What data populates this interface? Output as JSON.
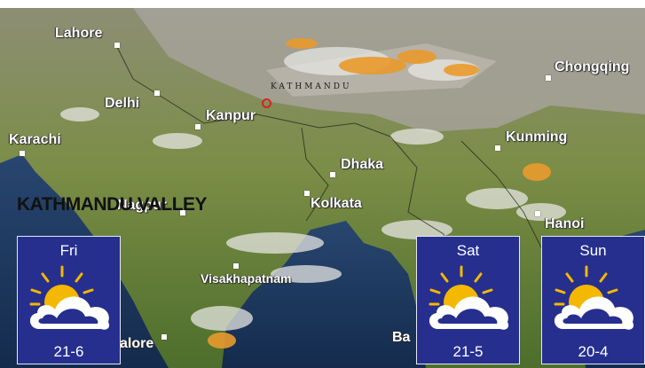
{
  "region": {
    "title": "KATHMANDU VALLEY"
  },
  "map": {
    "capital_label": "KATHMANDU",
    "cities": {
      "lahore": "Lahore",
      "delhi": "Delhi",
      "karachi": "Karachi",
      "kanpur": "Kanpur",
      "dhaka": "Dhaka",
      "kolkata": "Kolkata",
      "chongqing": "Chongqing",
      "kunming": "Kunming",
      "hanoi": "Hanoi",
      "visakhapatnam": "Visakhapatnam",
      "nagpur": "Nagpur",
      "bangalore": "alore",
      "bangkok": "Ba"
    }
  },
  "forecast": [
    {
      "day": "Fri",
      "temp": "21-6",
      "icon": "partly-cloudy-icon"
    },
    {
      "day": "Sat",
      "temp": "21-5",
      "icon": "partly-cloudy-icon"
    },
    {
      "day": "Sun",
      "temp": "20-4",
      "icon": "partly-cloudy-icon"
    }
  ],
  "colors": {
    "card": "#262f8e",
    "sun": "#f5b800",
    "marker": "#d62222"
  }
}
